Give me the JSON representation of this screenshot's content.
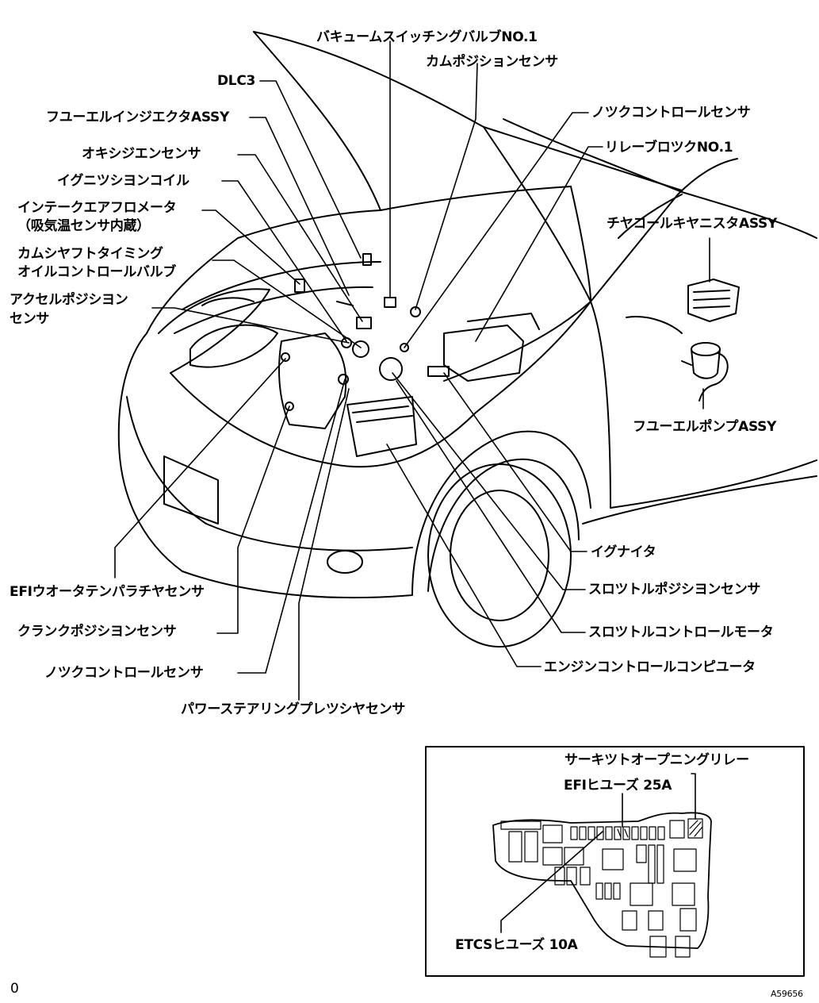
{
  "labels": {
    "vacuum_switching_valve": "バキュームスイッチングバルブNO.1",
    "cam_position_sensor": "カムポジションセンサ",
    "dlc3": "DLC3",
    "fuel_injector": "フユーエルインジエクタASSY",
    "oxygen_sensor": "オキシジエンセンサ",
    "ignition_coil": "イグニツシヨンコイル",
    "air_flow_meter": "インテークエアフロメータ",
    "air_flow_meter_note": "（吸気温センサ内蔵）",
    "ocv_line1": "カムシヤフトタイミング",
    "ocv_line2": "オイルコントロールバルブ",
    "accel_line1": "アクセルポジシヨン",
    "accel_line2": "センサ",
    "knock_sensor_top": "ノツクコントロールセンサ",
    "relay_block": "リレーブロツクNO.1",
    "canister": "チヤコールキヤニスタASSY",
    "fuel_pump": "フユーエルポンプASSY",
    "igniter": "イグナイタ",
    "throttle_position_sensor": "スロツトルポジシヨンセンサ",
    "throttle_control_motor": "スロツトルコントロールモータ",
    "ecu": "エンジンコントロールコンピユータ",
    "water_temp_sensor": "EFIウオータテンパラチヤセンサ",
    "crank_position_sensor": "クランクポジシヨンセンサ",
    "knock_sensor_bottom": "ノツクコントロールセンサ",
    "ps_pressure_sensor": "パワーステアリングプレツシヤセンサ"
  },
  "inset": {
    "circuit_opening_relay": "サーキツトオープニングリレー",
    "efi_fuse": "EFIヒユーズ 25A",
    "etcs_fuse": "ETCSヒユーズ 10A"
  },
  "footer": {
    "left_mark": "0",
    "figure_code": "A59656"
  }
}
